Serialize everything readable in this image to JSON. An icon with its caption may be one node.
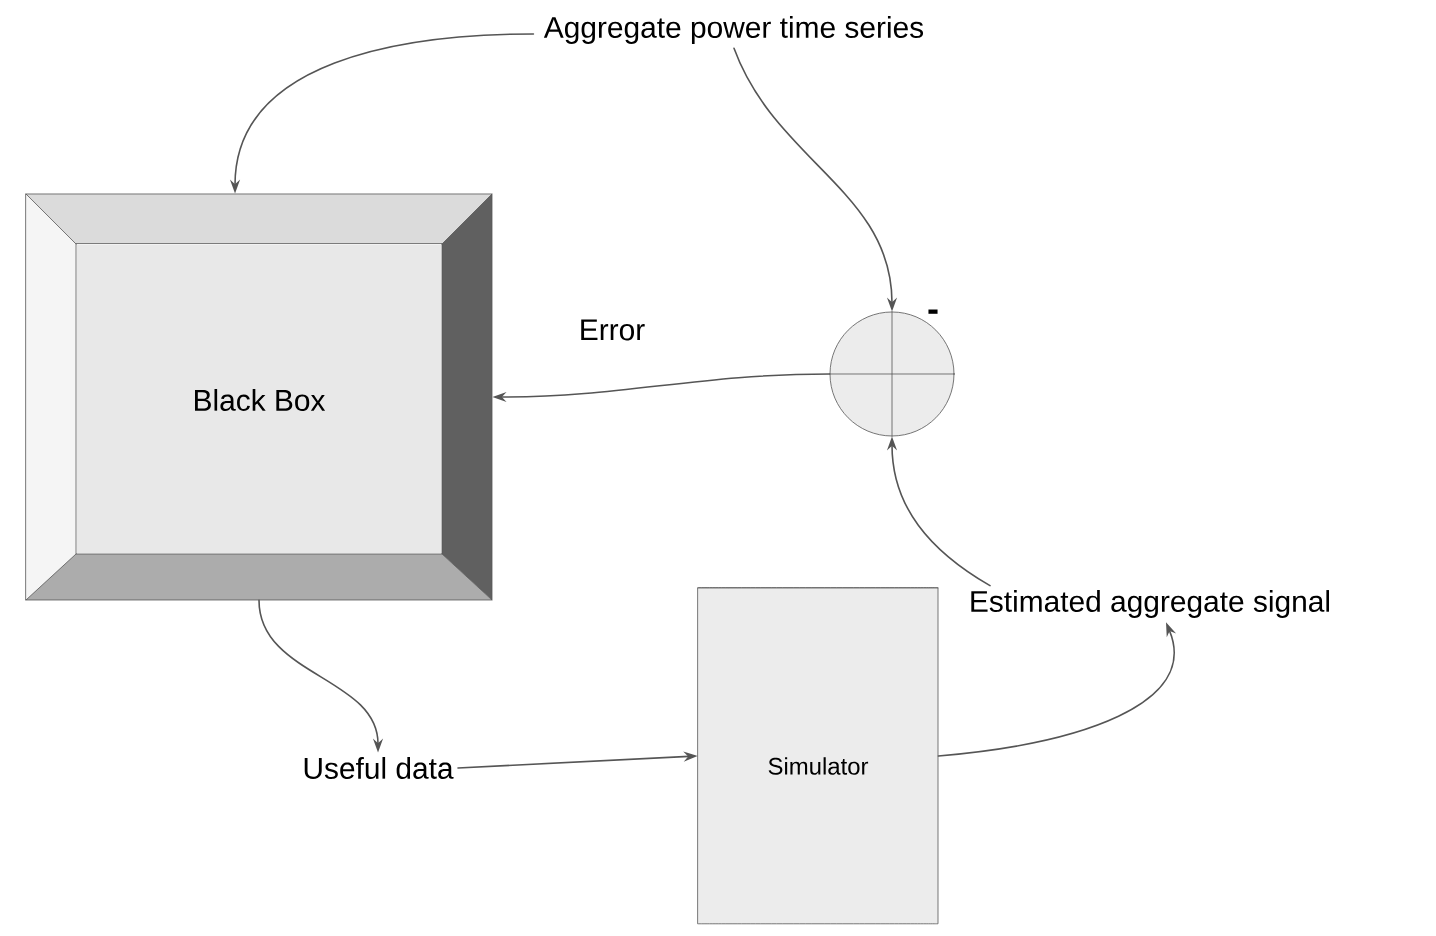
{
  "diagram": {
    "nodes": [
      {
        "text": [
          "Aggregate power time series"
        ]
      },
      {
        "text": [
          "Black Box"
        ]
      },
      {
        "text": [],
        "shape": "circle",
        "beside": [
          "-"
        ]
      },
      {
        "text": [
          "Estimated aggregate signal"
        ]
      },
      {
        "text": [
          "Simulator"
        ]
      },
      {
        "text": [
          "Useful data"
        ]
      }
    ],
    "edges": [
      {
        "from": 0,
        "to": 1,
        "arrow": "to"
      },
      {
        "from": 0,
        "to": 2,
        "arrow": "to"
      },
      {
        "from": 2,
        "to": 1,
        "arrow": "to",
        "label": "Error"
      },
      {
        "from": 3,
        "to": 2,
        "arrow": "to"
      },
      {
        "from": 4,
        "to": 3,
        "arrow": "to"
      },
      {
        "from": 1,
        "to": 5,
        "arrow": "to"
      },
      {
        "from": 5,
        "to": 4,
        "arrow": "to"
      }
    ]
  }
}
